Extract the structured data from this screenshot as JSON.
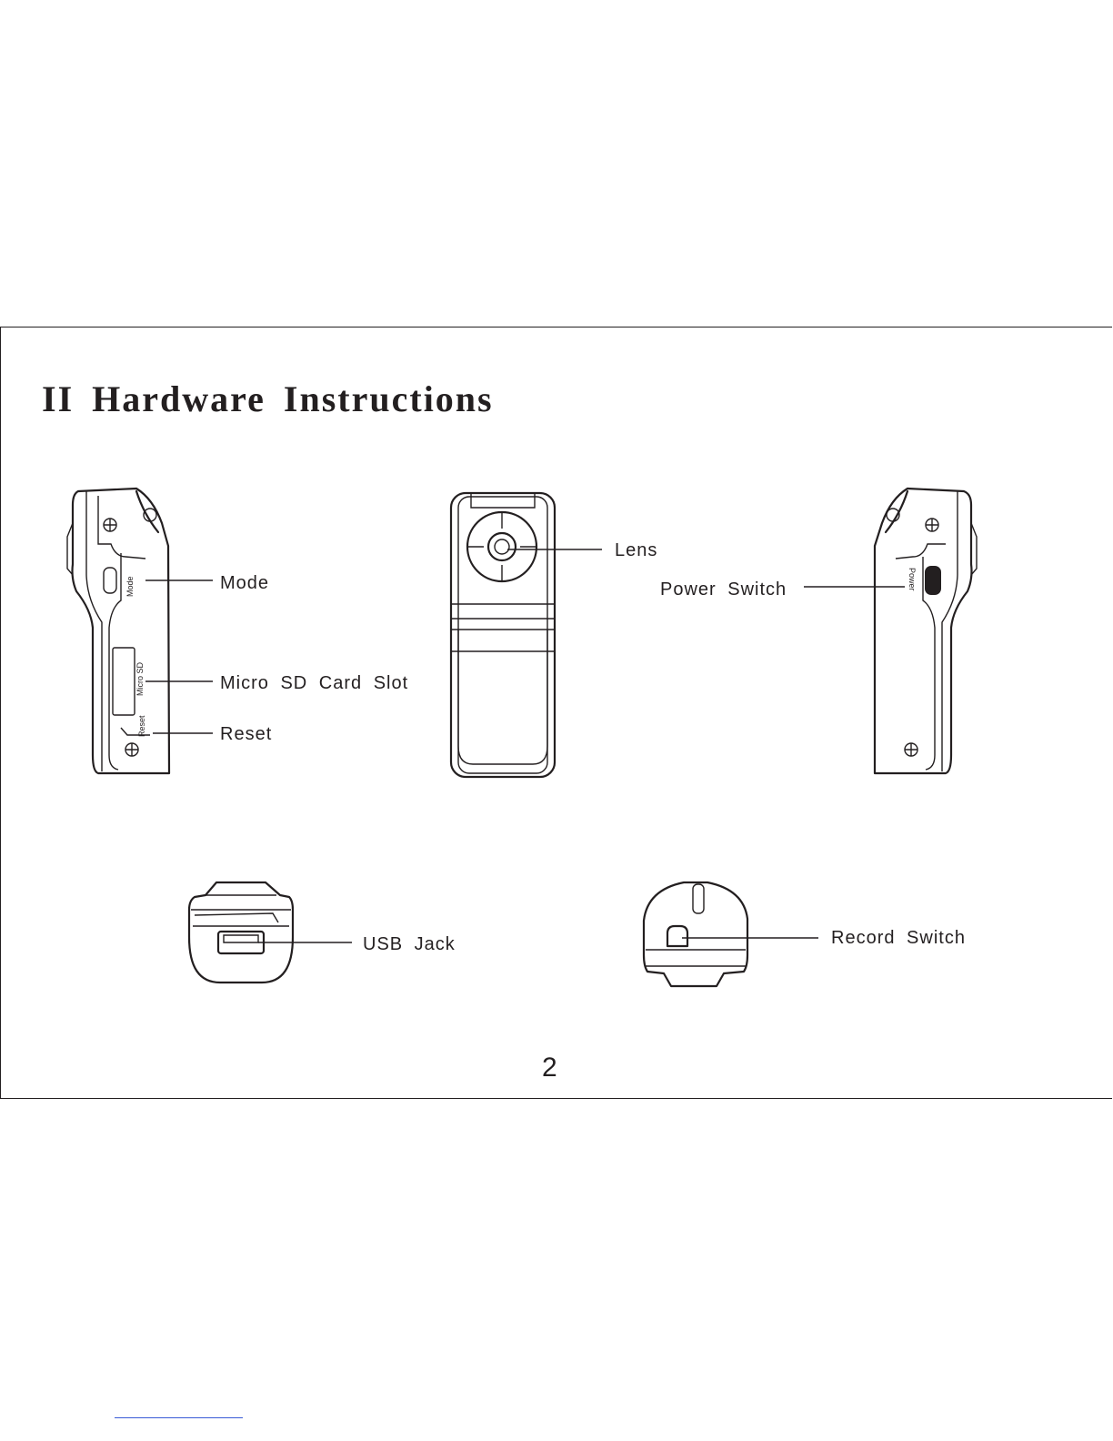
{
  "page": {
    "title": "II  Hardware Instructions",
    "page_number": "2"
  },
  "callouts": {
    "mode": "Mode",
    "micro_sd_card_slot": "Micro SD Card Slot",
    "reset": "Reset",
    "lens": "Lens",
    "power_switch": "Power Switch",
    "usb_jack": "USB Jack",
    "record_switch": "Record Switch"
  },
  "device_markings": {
    "mode": "Mode",
    "micro_sd": "Micro SD",
    "reset": "Reset",
    "power": "Power"
  }
}
